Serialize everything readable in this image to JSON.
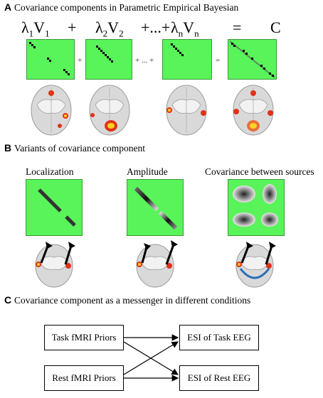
{
  "panel_a": {
    "letter": "A",
    "title": "Covariance components in Parametric Empirical Bayesian",
    "formula": {
      "lambda": "λ",
      "v": "V",
      "term1_sub": "1",
      "term2_sub": "2",
      "termn_sub": "n",
      "plus": "+",
      "ellipsis_plus": "+...+",
      "equals": "=",
      "result": "C"
    },
    "operators": {
      "plus1": "+",
      "ellipsis": "+ ... +",
      "equals": "="
    }
  },
  "panel_b": {
    "letter": "B",
    "title": "Variants of covariance component",
    "labels": [
      "Localization",
      "Amplitude",
      "Covariance between sources"
    ]
  },
  "panel_c": {
    "letter": "C",
    "title": "Covariance component as a messenger in different conditions",
    "boxes": {
      "task_priors": "Task fMRI Priors",
      "rest_priors": "Rest fMRI Priors",
      "task_eeg": "ESI of Task EEG",
      "rest_eeg": "ESI of Rest EEG"
    }
  },
  "colors": {
    "matrix_green": "#59f35a",
    "hotspot_red": "#e0321a",
    "hotspot_yellow": "#ffd21e",
    "connection_blue": "#2a6fb8"
  }
}
